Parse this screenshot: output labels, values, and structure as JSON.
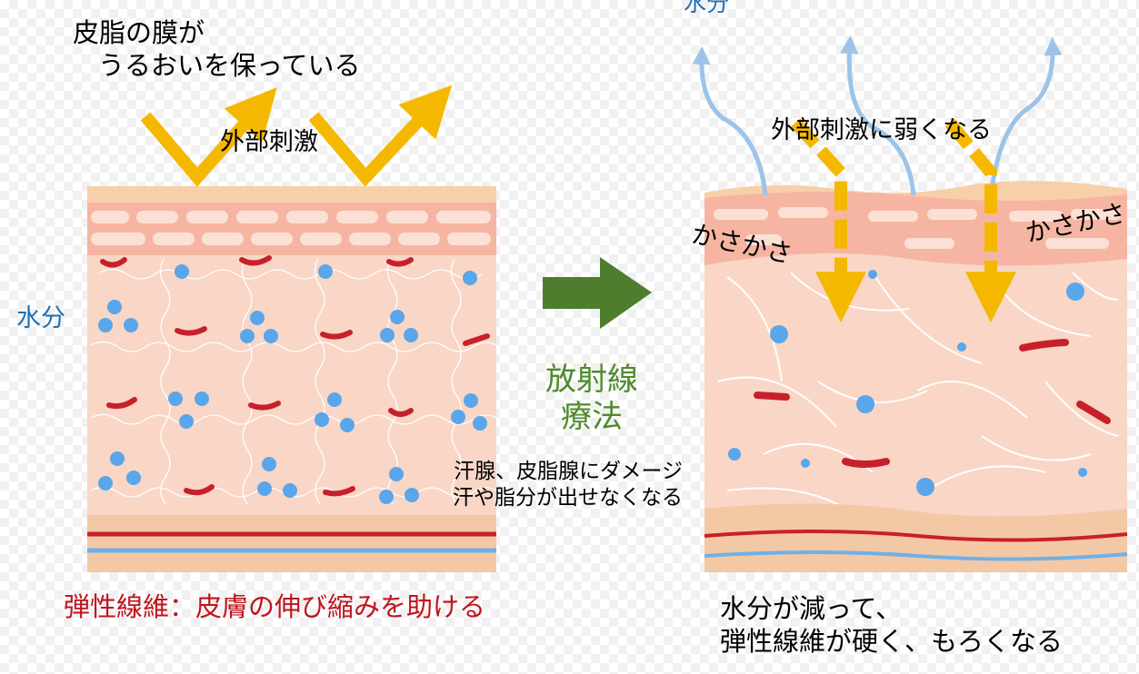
{
  "colors": {
    "skin_top": "#f7cfa8",
    "skin_layer": "#f6b5a2",
    "dermis": "#f9d6c6",
    "capillary": "#c8202a",
    "water_drop": "#5aa6ea",
    "stimulus_arrow": "#f5b800",
    "vapor_arrow": "#9cc4e8",
    "process_arrow": "#4e7d2e",
    "vein": "#6fb0e8"
  },
  "left_panel": {
    "sebum_line1": "皮脂の膜が",
    "sebum_line2": "うるおいを保っている",
    "stimulus": "外部刺激",
    "water": "水分",
    "elastic": "弾性線維：皮膚の伸び縮みを助ける"
  },
  "center": {
    "process_line1": "放射線",
    "process_line2": "療法",
    "effect_line1": "汗腺、皮脂腺にダメージ",
    "effect_line2": "汗や脂分が出せなくなる"
  },
  "right_panel": {
    "water": "水分",
    "stimulus": "外部刺激に弱くなる",
    "dry_left": "かさかさ",
    "dry_right": "かさかさ",
    "result_line1": "水分が減って、",
    "result_line2": "弾性線維が硬く、もろくなる"
  }
}
